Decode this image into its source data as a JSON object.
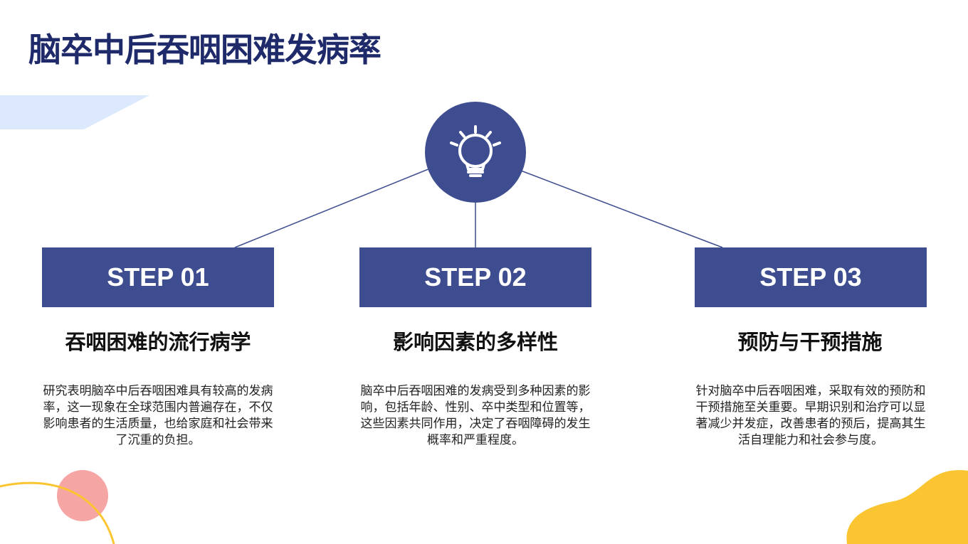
{
  "slide": {
    "title": "脑卒中后吞咽困难发病率"
  },
  "colors": {
    "primary": "#3e4d8f",
    "title": "#1f2a6b",
    "accent_yellow": "#fbc531",
    "accent_pink": "#f6a5a5",
    "accent_light_blue": "#dce8fb"
  },
  "center_icon": "lightbulb-icon",
  "steps": [
    {
      "label": "STEP 01",
      "heading": "吞咽困难的流行病学",
      "body": "研究表明脑卒中后吞咽困难具有较高的发病率，这一现象在全球范围内普遍存在，不仅影响患者的生活质量，也给家庭和社会带来了沉重的负担。"
    },
    {
      "label": "STEP 02",
      "heading": "影响因素的多样性",
      "body": "脑卒中后吞咽困难的发病受到多种因素的影响，包括年龄、性别、卒中类型和位置等，这些因素共同作用，决定了吞咽障碍的发生概率和严重程度。"
    },
    {
      "label": "STEP 03",
      "heading": "预防与干预措施",
      "body": "针对脑卒中后吞咽困难，采取有效的预防和干预措施至关重要。早期识别和治疗可以显著减少并发症，改善患者的预后，提高其生活自理能力和社会参与度。"
    }
  ]
}
